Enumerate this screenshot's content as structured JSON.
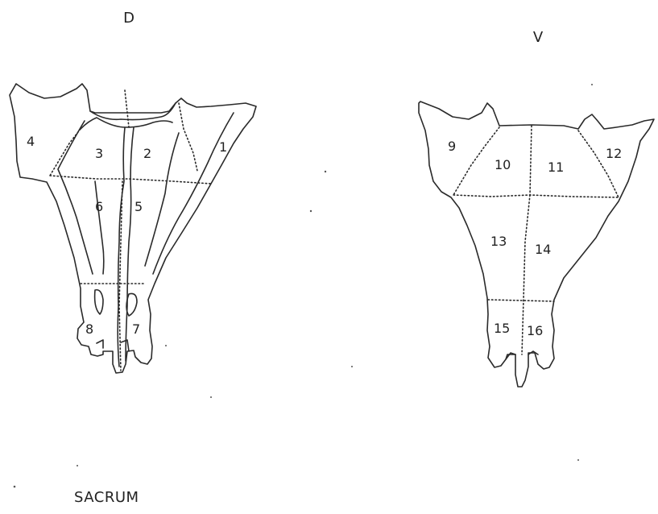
{
  "views": {
    "dorsal": {
      "label": "D"
    },
    "ventral": {
      "label": "V"
    }
  },
  "caption": "SACRUM",
  "regions": {
    "r1": "1",
    "r2": "2",
    "r3": "3",
    "r4": "4",
    "r5": "5",
    "r6": "6",
    "r7": "7",
    "r8": "8",
    "r9": "9",
    "r10": "10",
    "r11": "11",
    "r12": "12",
    "r13": "13",
    "r14": "14",
    "r15": "15",
    "r16": "16"
  },
  "colors": {
    "ink": "#2a2a2a",
    "background": "#ffffff"
  }
}
